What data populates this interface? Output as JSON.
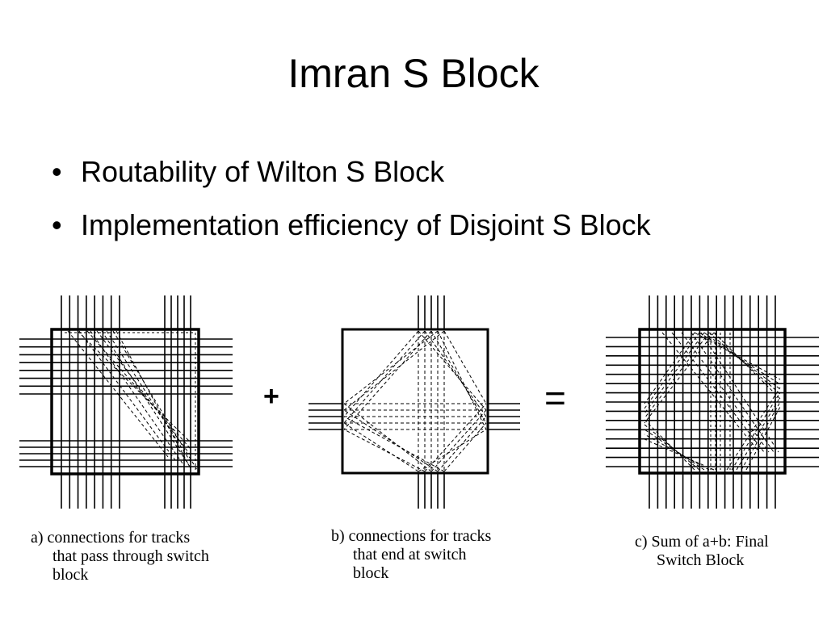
{
  "slide": {
    "title": "Imran S Block",
    "bullets": [
      "Routability of Wilton S Block",
      "Implementation efficiency of Disjoint S Block"
    ]
  },
  "figure": {
    "operators": {
      "plus": "+",
      "equals": "="
    },
    "captions": {
      "a": {
        "line1": "a) connections for tracks",
        "line2": "that pass through switch",
        "line3": "block"
      },
      "b": {
        "line1": "b) connections for tracks",
        "line2": "that end at switch",
        "line3": "block"
      },
      "c": {
        "line1": "c) Sum of a+b: Final",
        "line2": "Switch Block"
      }
    }
  }
}
